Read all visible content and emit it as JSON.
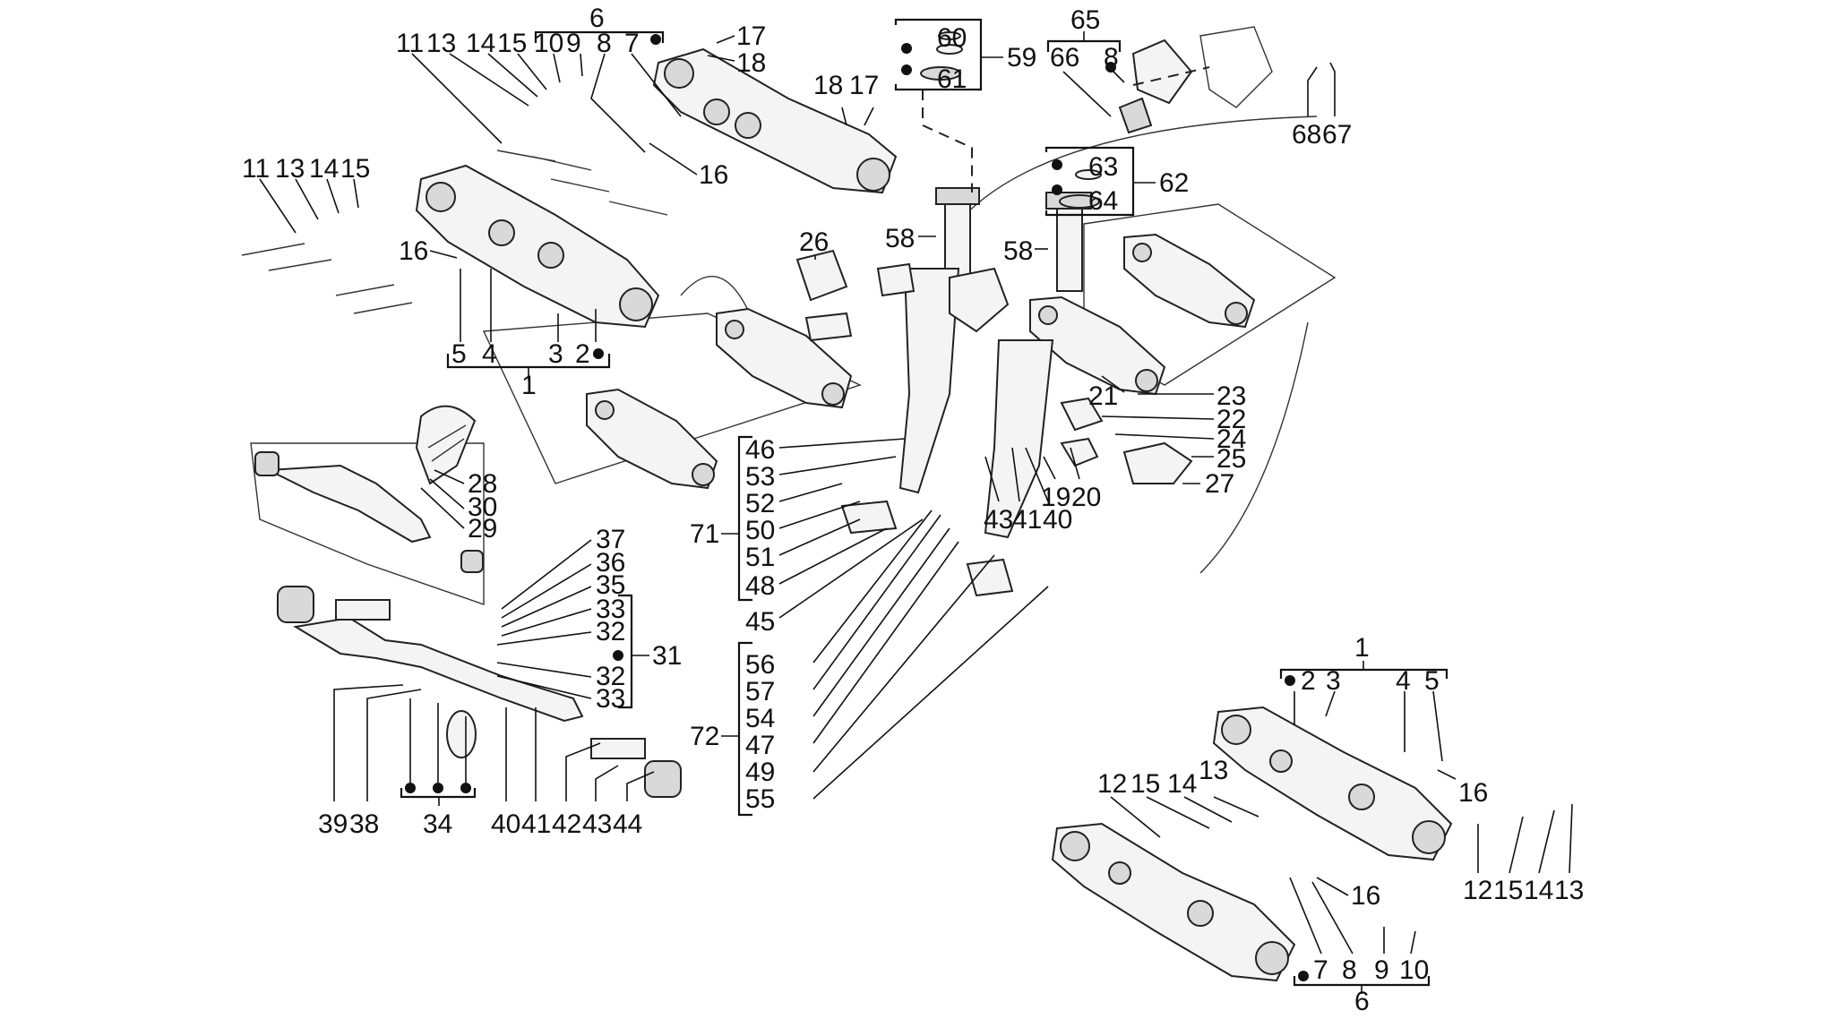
{
  "diagram": {
    "labels": {
      "l6_top": "6",
      "l11_a": "11",
      "l13_a": "13",
      "l14_a": "14",
      "l15_a": "15",
      "l10_a": "10",
      "l9_a": "9",
      "l8_a": "8",
      "l7_a": "7",
      "l17_a": "17",
      "l18_a": "18",
      "l18_b": "18",
      "l17_b": "17",
      "l16_a": "16",
      "l11_b": "11",
      "l13_b": "13",
      "l14_b": "14",
      "l15_b": "15",
      "l16_b": "16",
      "l5_a": "5",
      "l4_a": "4",
      "l3_a": "3",
      "l2_a": "2",
      "l1_a": "1",
      "l60": "60",
      "l61": "61",
      "l59": "59",
      "l65": "65",
      "l66": "66",
      "l8_c": "8",
      "l68": "68",
      "l67": "67",
      "l63": "63",
      "l64": "64",
      "l62": "62",
      "l58_a": "58",
      "l58_b": "58",
      "l26": "26",
      "l21": "21",
      "l23": "23",
      "l22": "22",
      "l24": "24",
      "l25": "25",
      "l27": "27",
      "l19": "19",
      "l20": "20",
      "l43": "43",
      "l41": "41",
      "l40": "40",
      "l46": "46",
      "l53": "53",
      "l52": "52",
      "l50": "50",
      "l51": "51",
      "l48": "48",
      "l71": "71",
      "l45": "45",
      "l56": "56",
      "l57": "57",
      "l54": "54",
      "l47": "47",
      "l49": "49",
      "l55": "55",
      "l72": "72",
      "l28": "28",
      "l30": "30",
      "l29": "29",
      "l37": "37",
      "l36": "36",
      "l35": "35",
      "l33_a": "33",
      "l32_a": "32",
      "l31": "31",
      "l32_b": "32",
      "l33_b": "33",
      "l39": "39",
      "l38": "38",
      "l34": "34",
      "l40_b": "40",
      "l41_b": "41",
      "l42": "42",
      "l43_b": "43",
      "l44": "44",
      "l1_b": "1",
      "l2_b": "2",
      "l3_b": "3",
      "l4_b": "4",
      "l5_b": "5",
      "l12_a": "12",
      "l15_c": "15",
      "l14_c": "14",
      "l13_c": "13",
      "l16_c": "16",
      "l12_b": "12",
      "l15_d": "15",
      "l14_d": "14",
      "l13_d": "13",
      "l16_d": "16",
      "l7_b": "7",
      "l8_b": "8",
      "l9_b": "9",
      "l10_b": "10",
      "l6_bottom": "6"
    }
  }
}
